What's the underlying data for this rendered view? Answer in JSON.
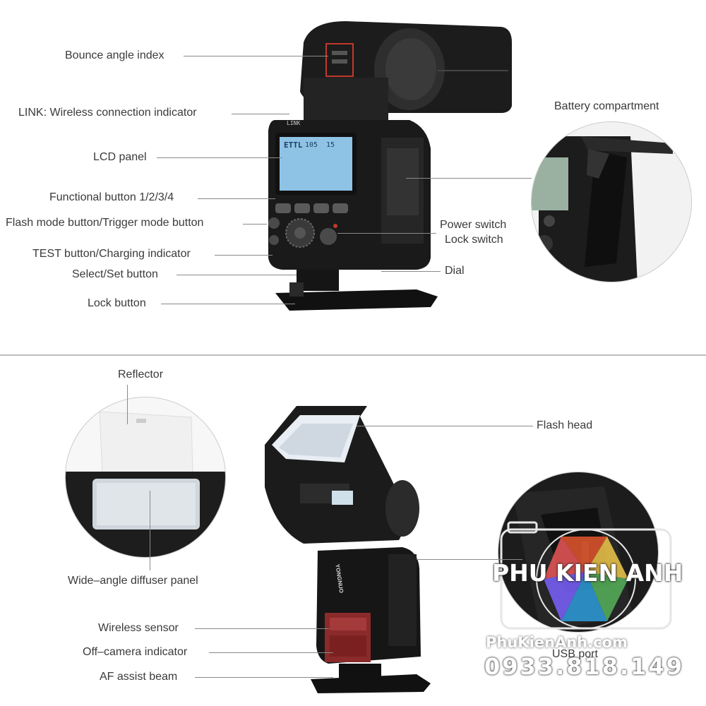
{
  "top_section": {
    "labels": {
      "bounce_angle_index": "Bounce angle index",
      "link_indicator": "LINK: Wireless connection indicator",
      "lcd_panel": "LCD panel",
      "functional_button": "Functional button 1/2/3/4",
      "flash_mode_button": "Flash mode button/Trigger mode button",
      "test_button": "TEST button/Charging indicator",
      "select_set_button": "Select/Set button",
      "lock_button": "Lock button",
      "battery_compartment": "Battery compartment",
      "power_switch": "Power switch",
      "lock_switch": "Lock switch",
      "dial": "Dial"
    },
    "device_text": {
      "link": "LINK",
      "lcd_mode": "ETTL",
      "lcd_value_1": "105",
      "lcd_value_2": "15"
    }
  },
  "bottom_section": {
    "labels": {
      "reflector": "Reflector",
      "wide_angle_diffuser": "Wide–angle diffuser panel",
      "flash_head": "Flash head",
      "usb_port": "USB port",
      "wireless_sensor": "Wireless sensor",
      "off_camera_indicator": "Off–camera indicator",
      "af_assist_beam": "AF assist beam"
    },
    "device_text": {
      "brand": "YONGNUO"
    }
  },
  "watermark": {
    "brand": "PHU KIEN ANH",
    "website": "PhuKienAnh.com",
    "phone": "0933.818.149"
  },
  "colors": {
    "accent_red": "#c0392b",
    "device_body": "#1e1e1e",
    "lcd": "#8fc3e6"
  }
}
